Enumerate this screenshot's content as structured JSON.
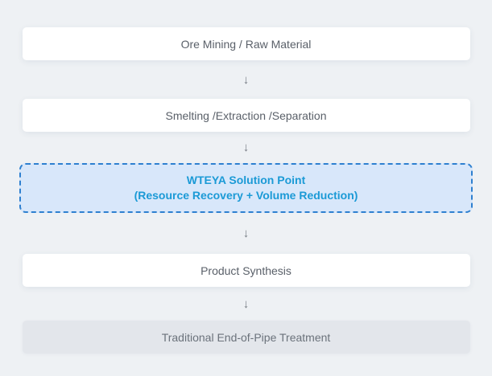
{
  "flow": {
    "arrow_glyph": "↓",
    "steps": [
      {
        "label": "Ore Mining / Raw Material",
        "type": "default"
      },
      {
        "label": "Smelting /Extraction /Separation",
        "type": "default"
      },
      {
        "title": "WTEYA Solution Point",
        "subtitle": "(Resource Recovery + Volume Reduction)",
        "type": "highlight"
      },
      {
        "label": "Product Synthesis",
        "type": "default"
      },
      {
        "label": "Traditional End-of-Pipe Treatment",
        "type": "muted"
      }
    ]
  },
  "colors": {
    "bg": "#eef1f4",
    "card-bg": "#ffffff",
    "card-text": "#5a6069",
    "muted-bg": "#e3e6eb",
    "muted-text": "#6b727b",
    "highlight-bg": "#d8e7fa",
    "highlight-border": "#2e80d0",
    "highlight-text": "#1b9ad6",
    "arrow": "#757b83"
  }
}
